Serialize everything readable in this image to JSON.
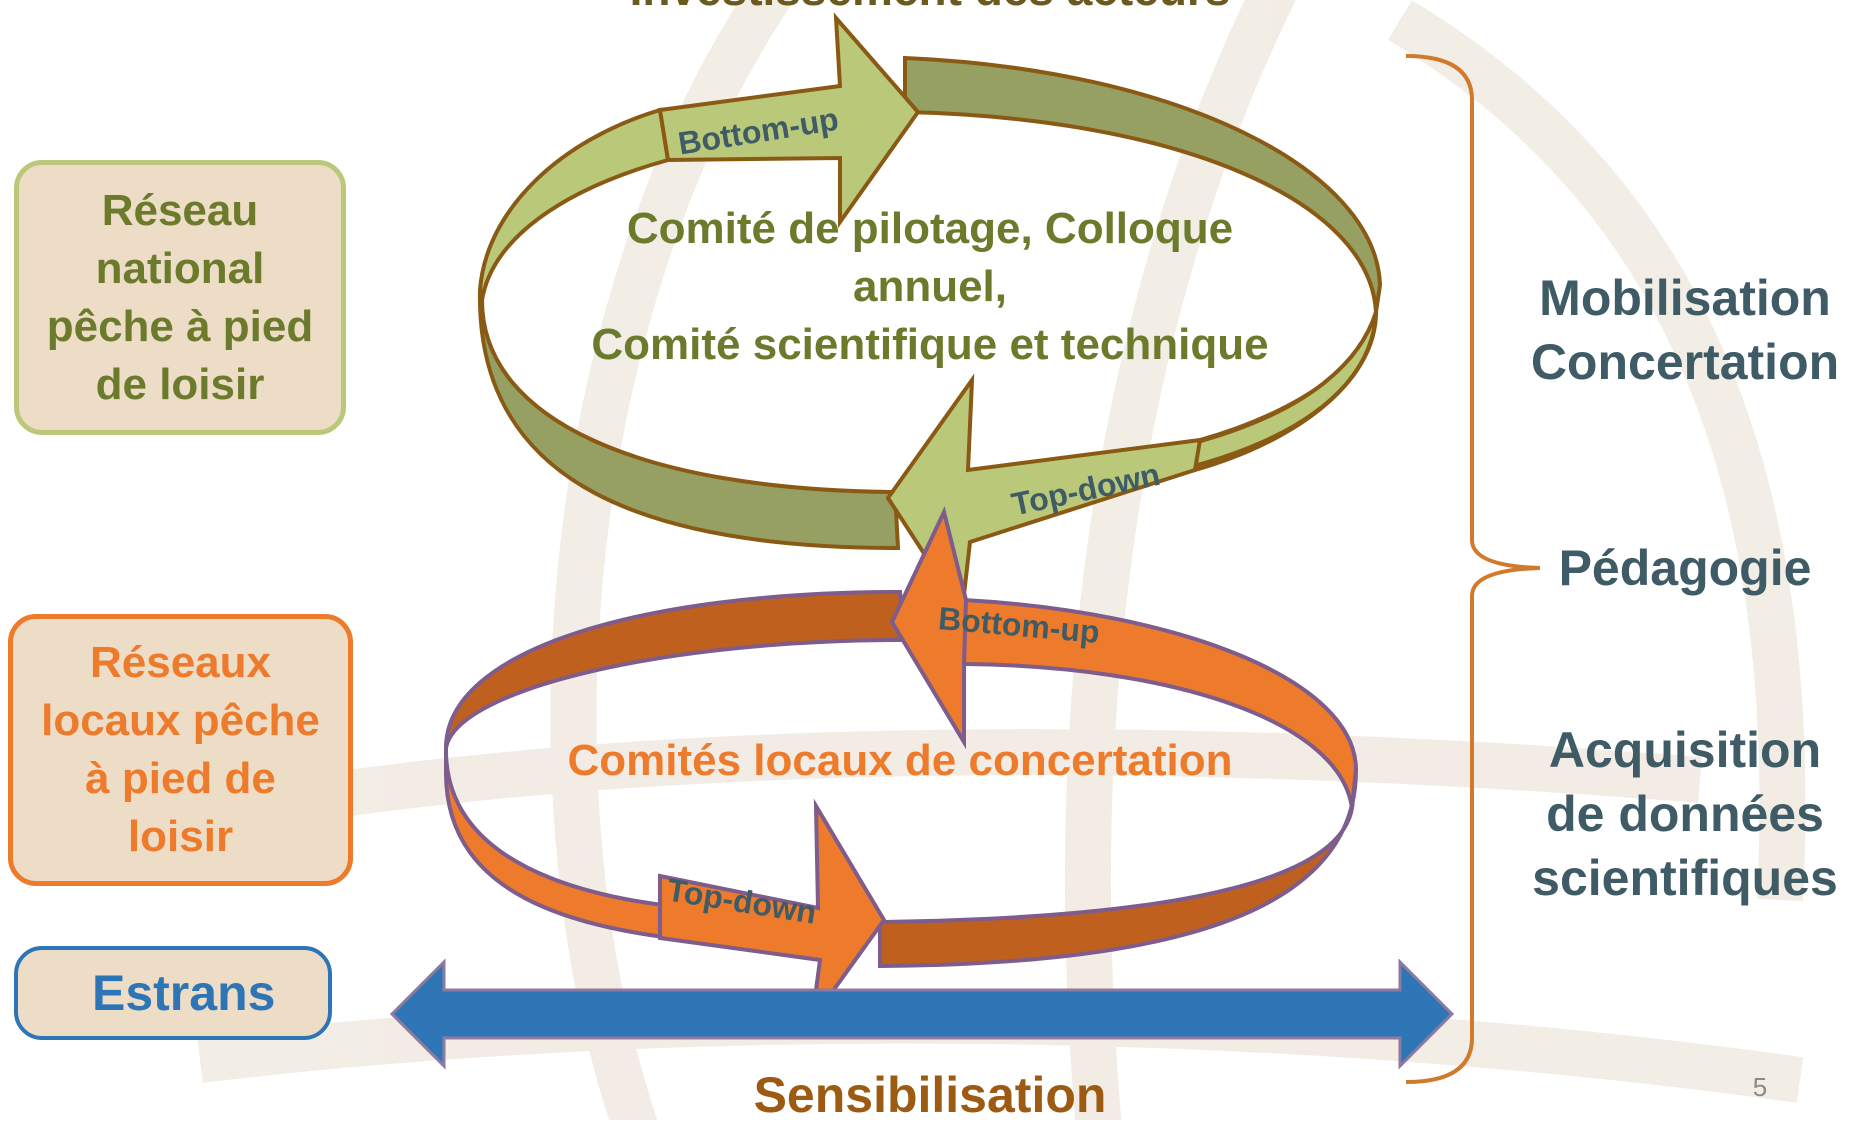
{
  "top_heading": "Investissement des acteurs",
  "left_boxes": {
    "national": [
      "Réseau",
      "national",
      "pêche à pied",
      "de loisir"
    ],
    "local": [
      "Réseaux",
      "locaux pêche",
      "à pied de",
      "loisir"
    ],
    "estrans": "Estrans"
  },
  "cycles": {
    "top": {
      "center_lines": [
        "Comité de pilotage, Colloque",
        "annuel,",
        "Comité scientifique et technique"
      ],
      "arrow_up": "Bottom-up",
      "arrow_down": "Top-down"
    },
    "bottom": {
      "center": "Comités locaux de concertation",
      "arrow_up": "Bottom-up",
      "arrow_down": "Top-down"
    }
  },
  "bottom_caption": "Sensibilisation",
  "right_labels": {
    "mobilisation": [
      "Mobilisation",
      "Concertation"
    ],
    "pedagogie": "Pédagogie",
    "acquisition": [
      "Acquisition",
      "de données",
      "scientifiques"
    ]
  },
  "page_number": "5",
  "colors": {
    "green_light": "#b9c979",
    "green_dark": "#95a062",
    "green_border": "#8a5a14",
    "green_text": "#6b7a2b",
    "orange": "#ed7b2b",
    "orange_dark": "#c0601f",
    "orange_border": "#7e5c8c",
    "blue": "#2e75b6",
    "brace": "#d27a2c",
    "slate": "#3f5b66"
  }
}
